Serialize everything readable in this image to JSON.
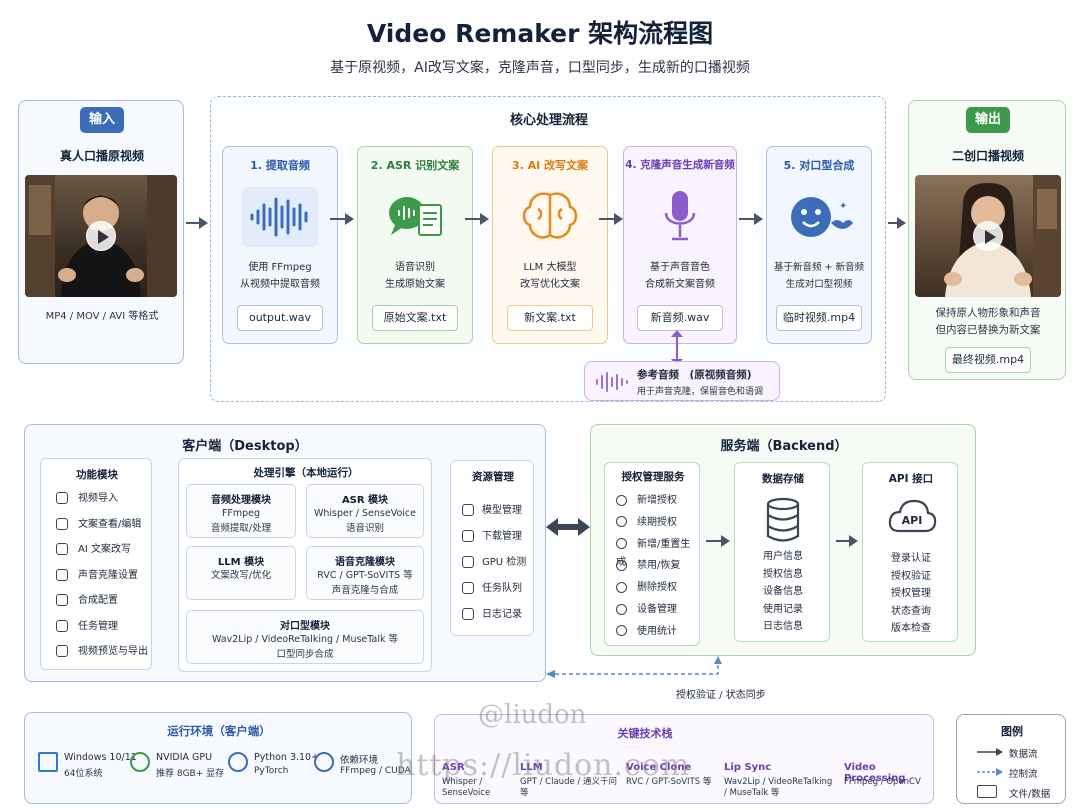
{
  "header": {
    "title": "Video Remaker 架构流程图",
    "subtitle": "基于原视频，AI改写文案，克隆声音，口型同步，生成新的口播视频"
  },
  "input": {
    "badge": "输入",
    "heading": "真人口播原视频",
    "formats": "MP4 / MOV / AVI 等格式"
  },
  "core": {
    "heading": "核心处理流程",
    "steps": [
      {
        "title": "1. 提取音频",
        "desc1": "使用 FFmpeg",
        "desc2": "从视频中提取音频",
        "output": "output.wav",
        "icon": "waveform-icon"
      },
      {
        "title": "2. ASR 识别文案",
        "desc1": "语音识别",
        "desc2": "生成原始文案",
        "output": "原始文案.txt",
        "icon": "speech-doc-icon"
      },
      {
        "title": "3. AI 改写文案",
        "desc1": "LLM 大模型",
        "desc2": "改写优化文案",
        "output": "新文案.txt",
        "icon": "brain-icon"
      },
      {
        "title": "4. 克隆声音生成新音频",
        "desc1": "基于声音音色",
        "desc2": "合成新文案音频",
        "output": "新音频.wav",
        "icon": "microphone-icon"
      },
      {
        "title": "5. 对口型合成",
        "desc1": "基于新音频 + 新音频",
        "desc2": "生成对口型视频",
        "output": "临时视频.mp4",
        "icon": "face-lips-icon"
      }
    ],
    "reference": {
      "title": "参考音频　(原视频音频)",
      "desc": "用于声音克隆，保留音色和语调"
    }
  },
  "output": {
    "badge": "输出",
    "heading": "二创口播视频",
    "desc1": "保持原人物形象和声音",
    "desc2": "但内容已替换为新文案",
    "file": "最终视频.mp4"
  },
  "client": {
    "heading": "客户端（Desktop）",
    "features": {
      "heading": "功能模块",
      "items": [
        "视频导入",
        "文案查看/编辑",
        "AI 文案改写",
        "声音克隆设置",
        "合成配置",
        "任务管理",
        "视频预览与导出"
      ]
    },
    "engine": {
      "heading": "处理引擎（本地运行）",
      "modules": [
        {
          "title": "音频处理模块",
          "line1": "FFmpeg",
          "line2": "音频提取/处理"
        },
        {
          "title": "ASR 模块",
          "line1": "Whisper / SenseVoice",
          "line2": "语音识别"
        },
        {
          "title": "LLM 模块",
          "line1": "文案改写/优化",
          "line2": ""
        },
        {
          "title": "语音克隆模块",
          "line1": "RVC / GPT-SoVITS 等",
          "line2": "声音克隆与合成"
        },
        {
          "title": "对口型模块",
          "line1": "Wav2Lip / VideoReTalking / MuseTalk 等",
          "line2": "口型同步合成"
        }
      ]
    },
    "resources": {
      "heading": "资源管理",
      "items": [
        "模型管理",
        "下载管理",
        "GPU 检测",
        "任务队列",
        "日志记录"
      ]
    }
  },
  "server": {
    "heading": "服务端（Backend）",
    "auth": {
      "heading": "授权管理服务",
      "items": [
        "新增授权",
        "续期授权",
        "新增/重置生成",
        "禁用/恢复",
        "删除授权",
        "设备管理",
        "使用统计"
      ]
    },
    "storage": {
      "heading": "数据存储",
      "items": [
        "用户信息",
        "授权信息",
        "设备信息",
        "使用记录",
        "日志信息"
      ]
    },
    "api": {
      "heading": "API 接口",
      "icon_label": "API",
      "items": [
        "登录认证",
        "授权验证",
        "授权管理",
        "状态查询",
        "版本检查"
      ]
    }
  },
  "sync_label": "授权验证 / 状态同步",
  "runtime": {
    "heading": "运行环境（客户端）",
    "items": [
      {
        "title": "Windows 10/11",
        "sub": "64位系统",
        "icon": "windows-icon"
      },
      {
        "title": "NVIDIA GPU",
        "sub": "推荐 8GB+ 显存",
        "icon": "gpu-chip-icon"
      },
      {
        "title": "Python 3.10+",
        "sub": "PyTorch",
        "icon": "python-icon"
      },
      {
        "title": "依赖环境",
        "sub": "FFmpeg / CUDA",
        "icon": "dependencies-icon"
      }
    ]
  },
  "tech": {
    "heading": "关键技术栈",
    "items": [
      {
        "title": "ASR",
        "sub": "Whisper / SenseVoice"
      },
      {
        "title": "LLM",
        "sub": "GPT / Claude / 通义千问 等"
      },
      {
        "title": "Voice Clone",
        "sub": "RVC / GPT-SoVITS 等"
      },
      {
        "title": "Lip Sync",
        "sub": "Wav2Lip / VideoReTalking / MuseTalk 等"
      },
      {
        "title": "Video Processing",
        "sub": "FFmpeg / OpenCV"
      }
    ]
  },
  "legend": {
    "heading": "图例",
    "items": [
      "数据流",
      "控制流",
      "文件/数据"
    ]
  },
  "watermark": {
    "handle": "@liudon",
    "url": "https://liudon.com"
  },
  "colors": {
    "blue": "#3e6db8",
    "green": "#3d9a4a",
    "step1": "#3e6db8",
    "step2": "#3d9a4a",
    "step3": "#e58a1f",
    "step4": "#7a4bc2",
    "step5": "#3e6db8",
    "purple": "#7a4bc2"
  }
}
